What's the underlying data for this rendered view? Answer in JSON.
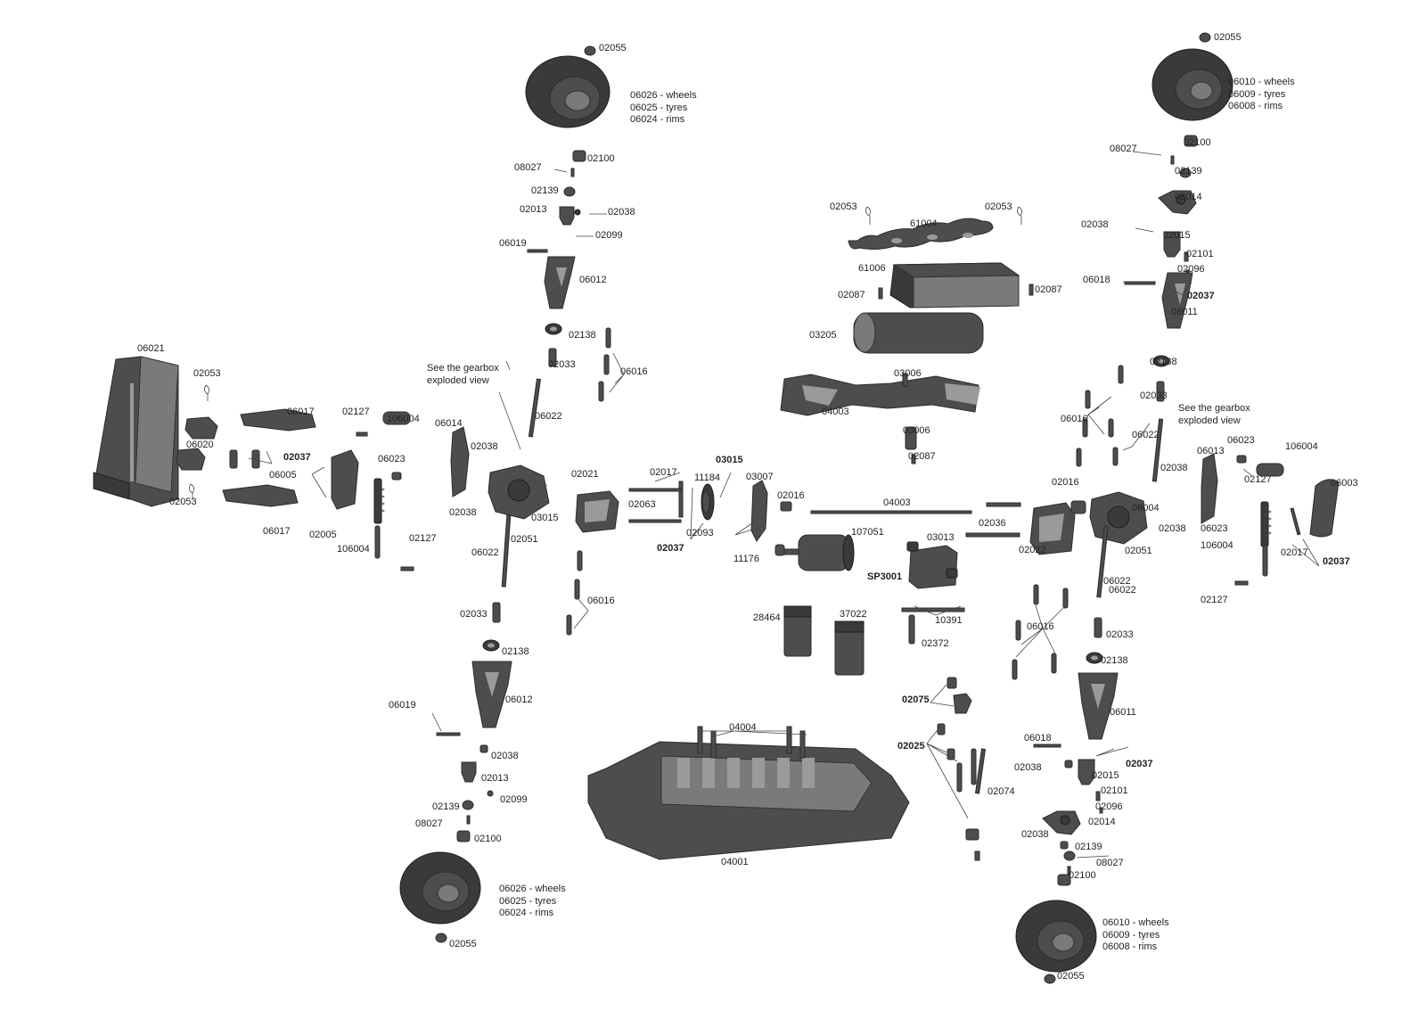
{
  "labels": {
    "p02055_fl": "02055",
    "p02055_fr": "02055",
    "p02055_rl": "02055",
    "p02055_rr": "02055",
    "wheel_front_left": [
      "06026 - wheels",
      "06025 - tyres",
      "06024 - rims"
    ],
    "wheel_front_right": [
      "06010 - wheels",
      "06009 - tyres",
      "06008 - rims"
    ],
    "wheel_rear_left": [
      "06026 - wheels",
      "06025 - tyres",
      "06024 - rims"
    ],
    "wheel_rear_right": [
      "06010 - wheels",
      "06009 - tyres",
      "06008 - rims"
    ],
    "p02100_a": "02100",
    "p08027_a": "08027",
    "p02139_a": "02139",
    "p02013_a": "02013",
    "p02038_a": "02038",
    "p02099_a": "02099",
    "p06019_a": "06019",
    "p06012_a": "06012",
    "p02138_a": "02138",
    "p02033_a": "02033",
    "p06016_a": "06016",
    "p06022_a": "06022",
    "p02053_top1": "02053",
    "p02053_top2": "02053",
    "p61004": "61004",
    "p61006": "61006",
    "p02087_a": "02087",
    "p02087_b": "02087",
    "p03205": "03205",
    "p03006_a": "03006",
    "p04003_a": "04003",
    "p03006_b": "03006",
    "p02087_c": "02087",
    "p02100_b": "02100",
    "p08027_b": "08027",
    "p02139_b": "02139",
    "p02014_a": "02014",
    "p02038_b": "02038",
    "p02015_a": "02015",
    "p02101_a": "02101",
    "p02096_a": "02096",
    "p06018_a": "06018",
    "p02037_a": "02037",
    "p06011_a": "06011",
    "p02138_b": "02138",
    "p02033_b": "02033",
    "p06016_b": "06016",
    "gearbox_note_right": [
      "See the gearbox",
      "exploded view"
    ],
    "p06022_b": "06022",
    "p06013": "06013",
    "p06023_a": "06023",
    "p106004_a": "106004",
    "p06003": "06003",
    "p02038_c": "02038",
    "p02016_a": "02016",
    "p06004": "06004",
    "p02127_a": "02127",
    "p02038_d": "02038",
    "p06023_b": "06023",
    "p106004_b": "106004",
    "p02017_a": "02017",
    "p02037_b": "02037",
    "p02127_b": "02127",
    "p02051_a": "02051",
    "p06022_c": "06022",
    "p02022": "02022",
    "p02036": "02036",
    "p06021": "06021",
    "p02053_b": "02053",
    "p06017_a": "06017",
    "p06020": "06020",
    "p06005": "06005",
    "p02037_c": "02037",
    "p02053_c": "02053",
    "p06017_b": "06017",
    "p02005": "02005",
    "p02127_c": "02127",
    "p106004_c": "106004",
    "p06023_c": "06023",
    "p106004_d": "106004",
    "p02127_d": "02127",
    "gearbox_note_left": [
      "See the gearbox",
      "exploded view"
    ],
    "p06014": "06014",
    "p02038_e": "02038",
    "p02038_f": "02038",
    "p03015_a": "03015",
    "p02051_b": "02051",
    "p02021": "02021",
    "p02017_b": "02017",
    "p02063": "02063",
    "p11184": "11184",
    "p03015_b": "03015",
    "p03007": "03007",
    "p02016_b": "02016",
    "p04003_b": "04003",
    "p02093": "02093",
    "p02037_d": "02037",
    "p11176": "11176",
    "p107051": "107051",
    "p03013": "03013",
    "pSP3001": "SP3001",
    "p10391": "10391",
    "p28464": "28464",
    "p37022": "37022",
    "p02372": "02372",
    "p06022_d": "06022",
    "p06016_c": "06016",
    "p02033_c": "02033",
    "p02138_c": "02138",
    "p06019_b": "06019",
    "p06012_b": "06012",
    "p02038_g": "02038",
    "p02013_b": "02013",
    "p02099_b": "02099",
    "p02139_c": "02139",
    "p08027_c": "08027",
    "p02100_c": "02100",
    "p04004": "04004",
    "p04001": "04001",
    "p02075": "02075",
    "p02025": "02025",
    "p02074": "02074",
    "p06016_d": "06016",
    "p02033_d": "02033",
    "p02138_d": "02138",
    "p06011_b": "06011",
    "p06018_b": "06018",
    "p02037_e": "02037",
    "p02038_h": "02038",
    "p02015_b": "02015",
    "p02101_b": "02101",
    "p02096_b": "02096",
    "p02014_b": "02014",
    "p02038_i": "02038",
    "p02139_d": "02139",
    "p08027_d": "08027",
    "p02100_d": "02100",
    "p06022_e": "06022"
  },
  "colors": {
    "part_fill": "#4d4d4d",
    "part_outline": "#2c2c2c",
    "label_text": "#222222",
    "background": "#ffffff"
  }
}
